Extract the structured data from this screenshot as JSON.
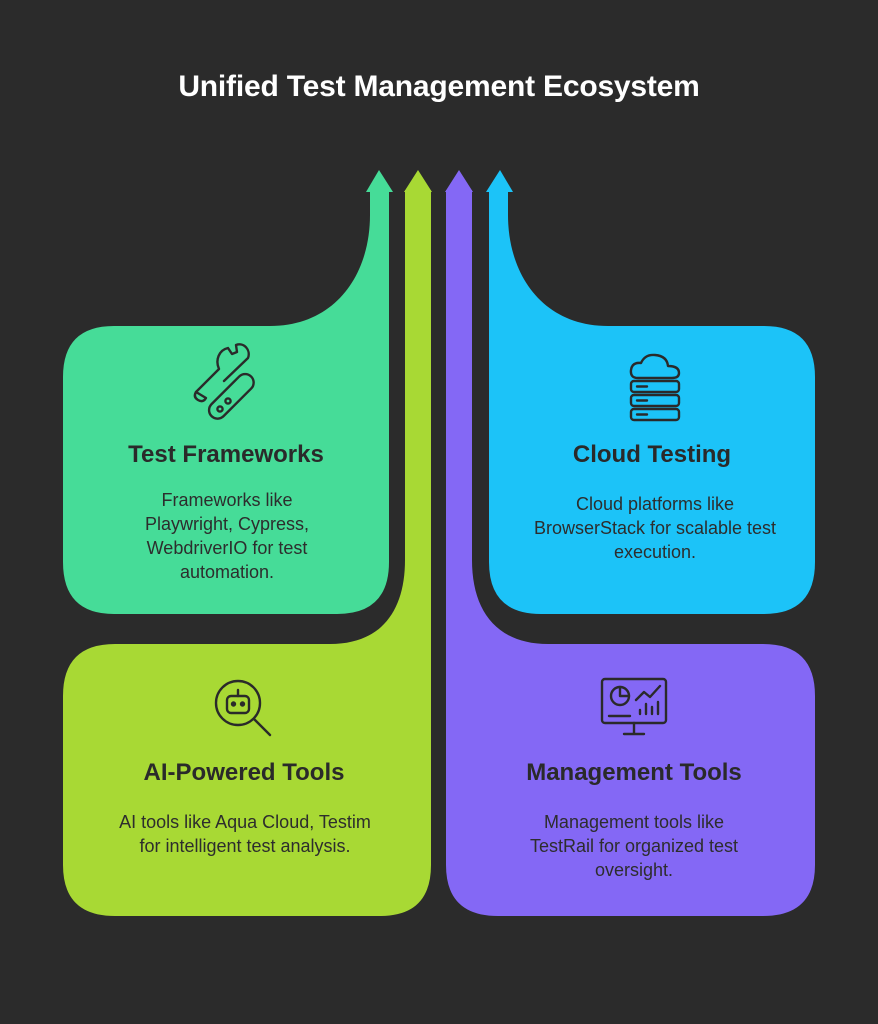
{
  "title": "Unified Test Management Ecosystem",
  "colors": {
    "background": "#2b2b2b",
    "test_frameworks": "#46dc98",
    "ai_powered_tools": "#a8d934",
    "management_tools": "#8468f5",
    "cloud_testing": "#1cc3f8",
    "text_dark": "#2a2a2a"
  },
  "cards": {
    "test_frameworks": {
      "title": "Test Frameworks",
      "description": "Frameworks like Playwright, Cypress, WebdriverIO for test automation.",
      "icon": "wrench-icon"
    },
    "cloud_testing": {
      "title": "Cloud Testing",
      "description": "Cloud platforms like BrowserStack for scalable test execution.",
      "icon": "cloud-server-icon"
    },
    "ai_powered_tools": {
      "title": "AI-Powered Tools",
      "description": "AI tools like Aqua Cloud, Testim for intelligent test analysis.",
      "icon": "robot-search-icon"
    },
    "management_tools": {
      "title": "Management Tools",
      "description": "Management tools like TestRail for organized test oversight.",
      "icon": "dashboard-monitor-icon"
    }
  }
}
